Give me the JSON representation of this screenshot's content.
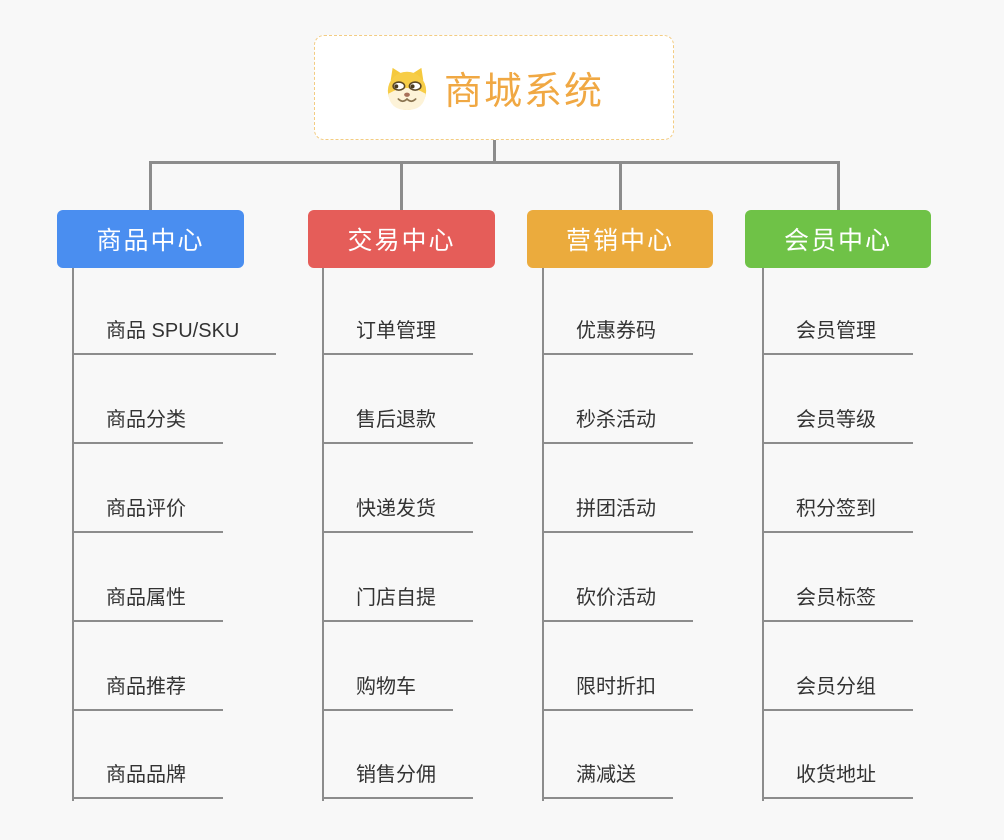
{
  "app": {
    "background_color": "#f8f8f8",
    "connector_color": "#8c8c8c"
  },
  "root": {
    "title": "商城系统",
    "icon": "dog-face-icon",
    "text_color": "#f0a843",
    "border_color": "#f3cc82"
  },
  "branches": [
    {
      "label": "商品中心",
      "color": "#4a8ef0",
      "items": [
        "商品 SPU/SKU",
        "商品分类",
        "商品评价",
        "商品属性",
        "商品推荐",
        "商品品牌"
      ]
    },
    {
      "label": "交易中心",
      "color": "#e55d59",
      "items": [
        "订单管理",
        "售后退款",
        "快递发货",
        "门店自提",
        "购物车",
        "销售分佣"
      ]
    },
    {
      "label": "营销中心",
      "color": "#ebab3d",
      "items": [
        "优惠券码",
        "秒杀活动",
        "拼团活动",
        "砍价活动",
        "限时折扣",
        "满减送"
      ]
    },
    {
      "label": "会员中心",
      "color": "#6fc247",
      "items": [
        "会员管理",
        "会员等级",
        "积分签到",
        "会员标签",
        "会员分组",
        "收货地址"
      ]
    }
  ]
}
